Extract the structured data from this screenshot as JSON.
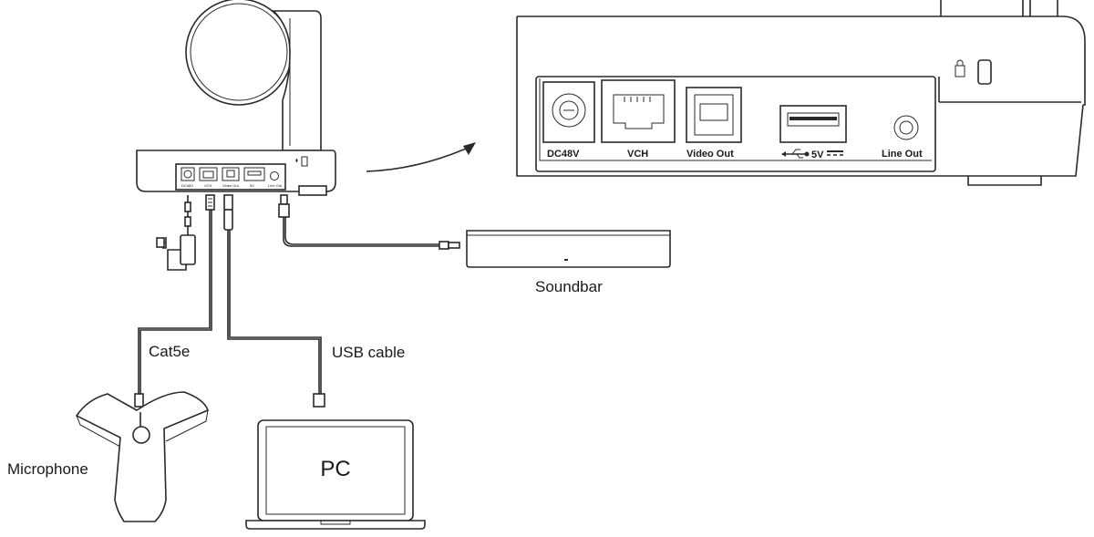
{
  "labels": {
    "soundbar": "Soundbar",
    "cat5e": "Cat5e",
    "usb_cable": "USB cable",
    "microphone": "Microphone",
    "pc": "PC"
  },
  "ports": {
    "dc48v": "DC48V",
    "vch": "VCH",
    "video_out": "Video Out",
    "usb_5v": "5V",
    "line_out": "Line Out"
  },
  "small_ports": {
    "dc48v": "DC48V",
    "vch": "VCH",
    "video_out": "Video Out",
    "usb_5v": "5V",
    "line_out": "Line Out"
  },
  "icons": [
    "camera-icon",
    "lock-icon",
    "usb-icon",
    "arrow-icon",
    "power-adapter-icon",
    "soundbar-icon",
    "microphone-icon",
    "laptop-icon"
  ]
}
